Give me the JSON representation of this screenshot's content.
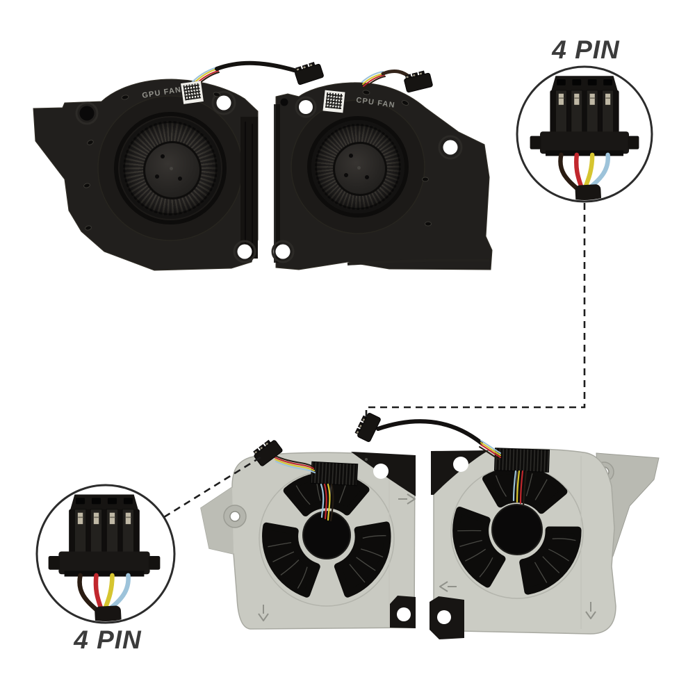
{
  "product": {
    "description": "Pair of laptop CPU and GPU cooling fans shown front (black) and back (silver) with 4-pin connector zoom callouts",
    "fans": {
      "gpu_label": "GPU FAN",
      "cpu_label": "CPU FAN"
    },
    "callouts": {
      "top": {
        "label": "4 PIN"
      },
      "bottom": {
        "label": "4 PIN"
      }
    },
    "icons": {
      "gpu_sticker": "qr-code",
      "cpu_sticker": "qr-code"
    },
    "wire_colors": {
      "black": "#2a1c12",
      "red": "#c1272d",
      "yellow": "#d6c52f",
      "blue": "#9dc3da"
    },
    "colors": {
      "background": "#ffffff",
      "fan_black": "#201e1c",
      "fan_silver": "#c9cac2",
      "callout_stroke": "#2c2c2c",
      "label_text": "#3b3b3b"
    }
  }
}
